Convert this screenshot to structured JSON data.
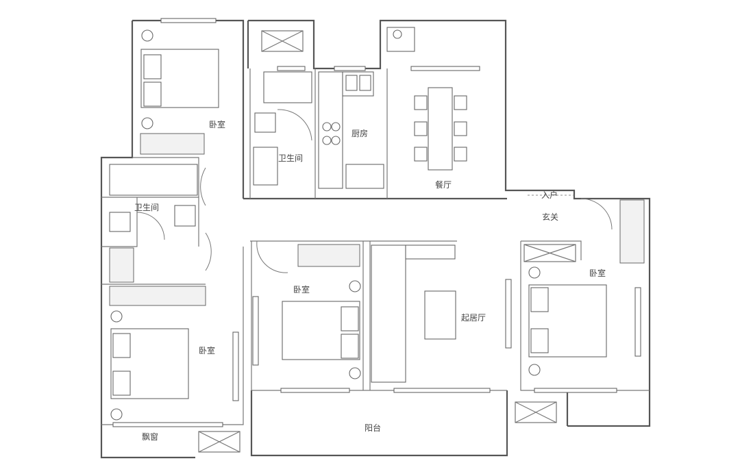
{
  "rooms": {
    "bedroom_nw": "卧室",
    "bathroom_center": "卫生间",
    "kitchen": "厨房",
    "dining": "餐厅",
    "entrance": "入户",
    "foyer": "玄关",
    "bathroom_west": "卫生间",
    "bedroom_center": "卧室",
    "living": "起居厅",
    "bedroom_east": "卧室",
    "bedroom_sw": "卧室",
    "balcony": "阳台",
    "bay_window": "飘窗"
  },
  "colors": {
    "line": "#555555",
    "background": "#ffffff"
  }
}
